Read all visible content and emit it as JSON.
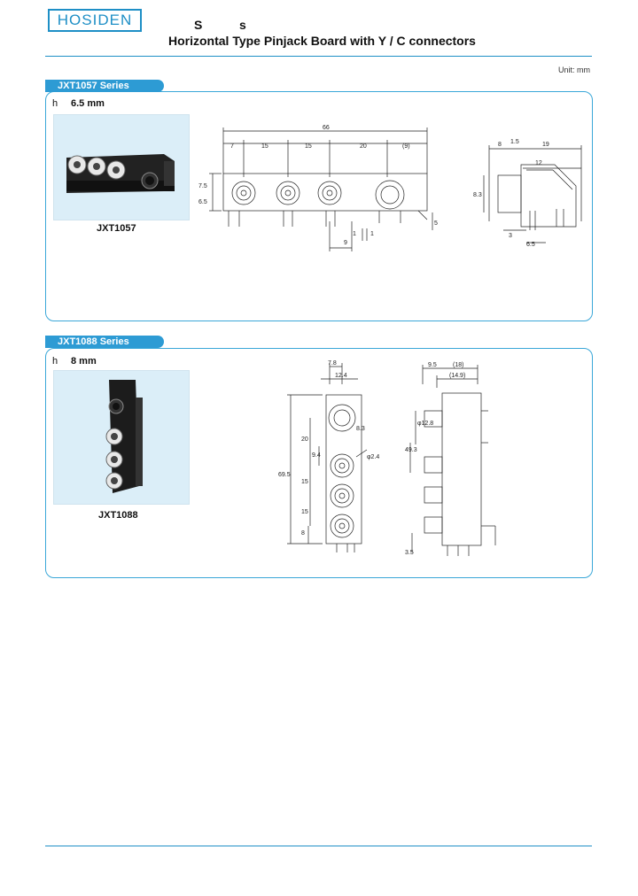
{
  "header": {
    "logo": "HOSIDEN",
    "heading_s1": "S",
    "heading_s2": "s",
    "title": "Horizontal Type Pinjack Board with Y / C connectors"
  },
  "unit_note": "Unit: mm",
  "sections": [
    {
      "series": "JXT1057 Series",
      "h_label": "h",
      "h_value": "6.5 mm",
      "caption": "JXT1057",
      "front_dims": [
        "66",
        "7",
        "15",
        "15",
        "20",
        "(9)",
        "6.5",
        "7.5",
        "9",
        "1",
        "1",
        "5"
      ],
      "side_dims": [
        "8",
        "1.5",
        "19",
        "12",
        "8.3",
        "3",
        "6.5"
      ]
    },
    {
      "series": "JXT1088 Series",
      "h_label": "h",
      "h_value": "8 mm",
      "caption": "JXT1088",
      "front_dims": [
        "7.8",
        "12.4",
        "8.3",
        "20",
        "9.4",
        "φ2.4",
        "69.5",
        "15",
        "15",
        "8"
      ],
      "side_dims": [
        "9.5",
        "(18)",
        "(14.9)",
        "φ12.8",
        "49.3",
        "3.5"
      ]
    }
  ],
  "colors": {
    "accent": "#1e8fc6",
    "panel_border": "#3aa7d8",
    "tab_bg": "#2d9bd4",
    "photo_bg": "#dbeef8"
  }
}
